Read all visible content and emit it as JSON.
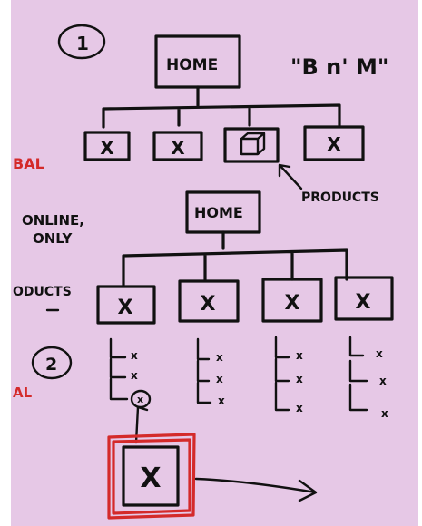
{
  "sketch": {
    "background": "#e6c8e6",
    "ink_color": "#111111",
    "accent_color": "#d42a2a",
    "section1": {
      "number": "1",
      "root_label": "HOME",
      "annotation": "\"B n' M\"",
      "children": [
        "X",
        "X",
        "box-icon",
        "X"
      ],
      "side_label": "BAL",
      "arrow_label": "PRODUCTS"
    },
    "section2": {
      "note": [
        "ONLINE,",
        "ONLY"
      ],
      "root_label": "HOME",
      "side_label_top": "ODUCTS",
      "number": "2",
      "side_label_bottom": "AL",
      "children": [
        "X",
        "X",
        "X",
        "X"
      ],
      "sub_items": [
        "x",
        "x",
        "x"
      ],
      "highlight_label": "X"
    }
  }
}
